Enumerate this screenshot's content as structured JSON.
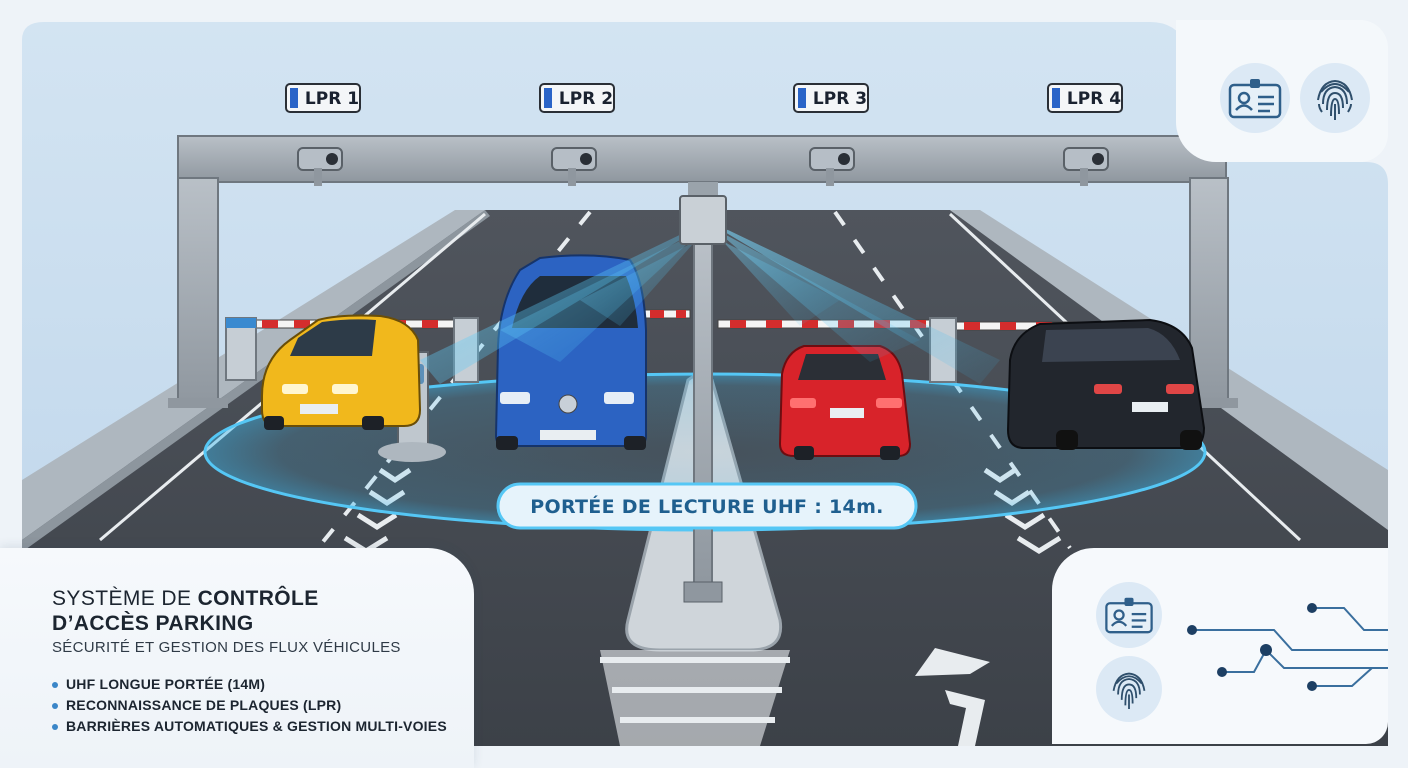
{
  "lanes": [
    {
      "plate_label": "LPR 1"
    },
    {
      "plate_label": "LPR 2"
    },
    {
      "plate_label": "LPR 3"
    },
    {
      "plate_label": "LPR 4"
    }
  ],
  "range_label": "PORTÉE DE LECTURE UHF : 14m.",
  "info": {
    "title_part1": "SYSTÈME DE ",
    "title_part2": "CONTRÔLE",
    "title_line2": "D’ACCÈS PARKING",
    "subtitle": "SÉCURITÉ ET GESTION DES FLUX VÉHICULES",
    "features": [
      "UHF LONGUE PORTÉE (14M)",
      "RECONNAISSANCE DE PLAQUES (LPR)",
      "BARRIÈRES AUTOMATIQUES & GESTION MULTI-VOIES"
    ]
  },
  "icons": [
    "id-badge-icon",
    "fingerprint-icon",
    "circuit-icon"
  ],
  "colors": {
    "sky": "#c7dcee",
    "road": "#4a4f57",
    "uhf_beam": "#3ab8ee",
    "car_yellow": "#f1b81c",
    "van_blue": "#2c63c2",
    "car_red": "#d8232a",
    "suv_black": "#22262d",
    "accent": "#3a86c8"
  }
}
